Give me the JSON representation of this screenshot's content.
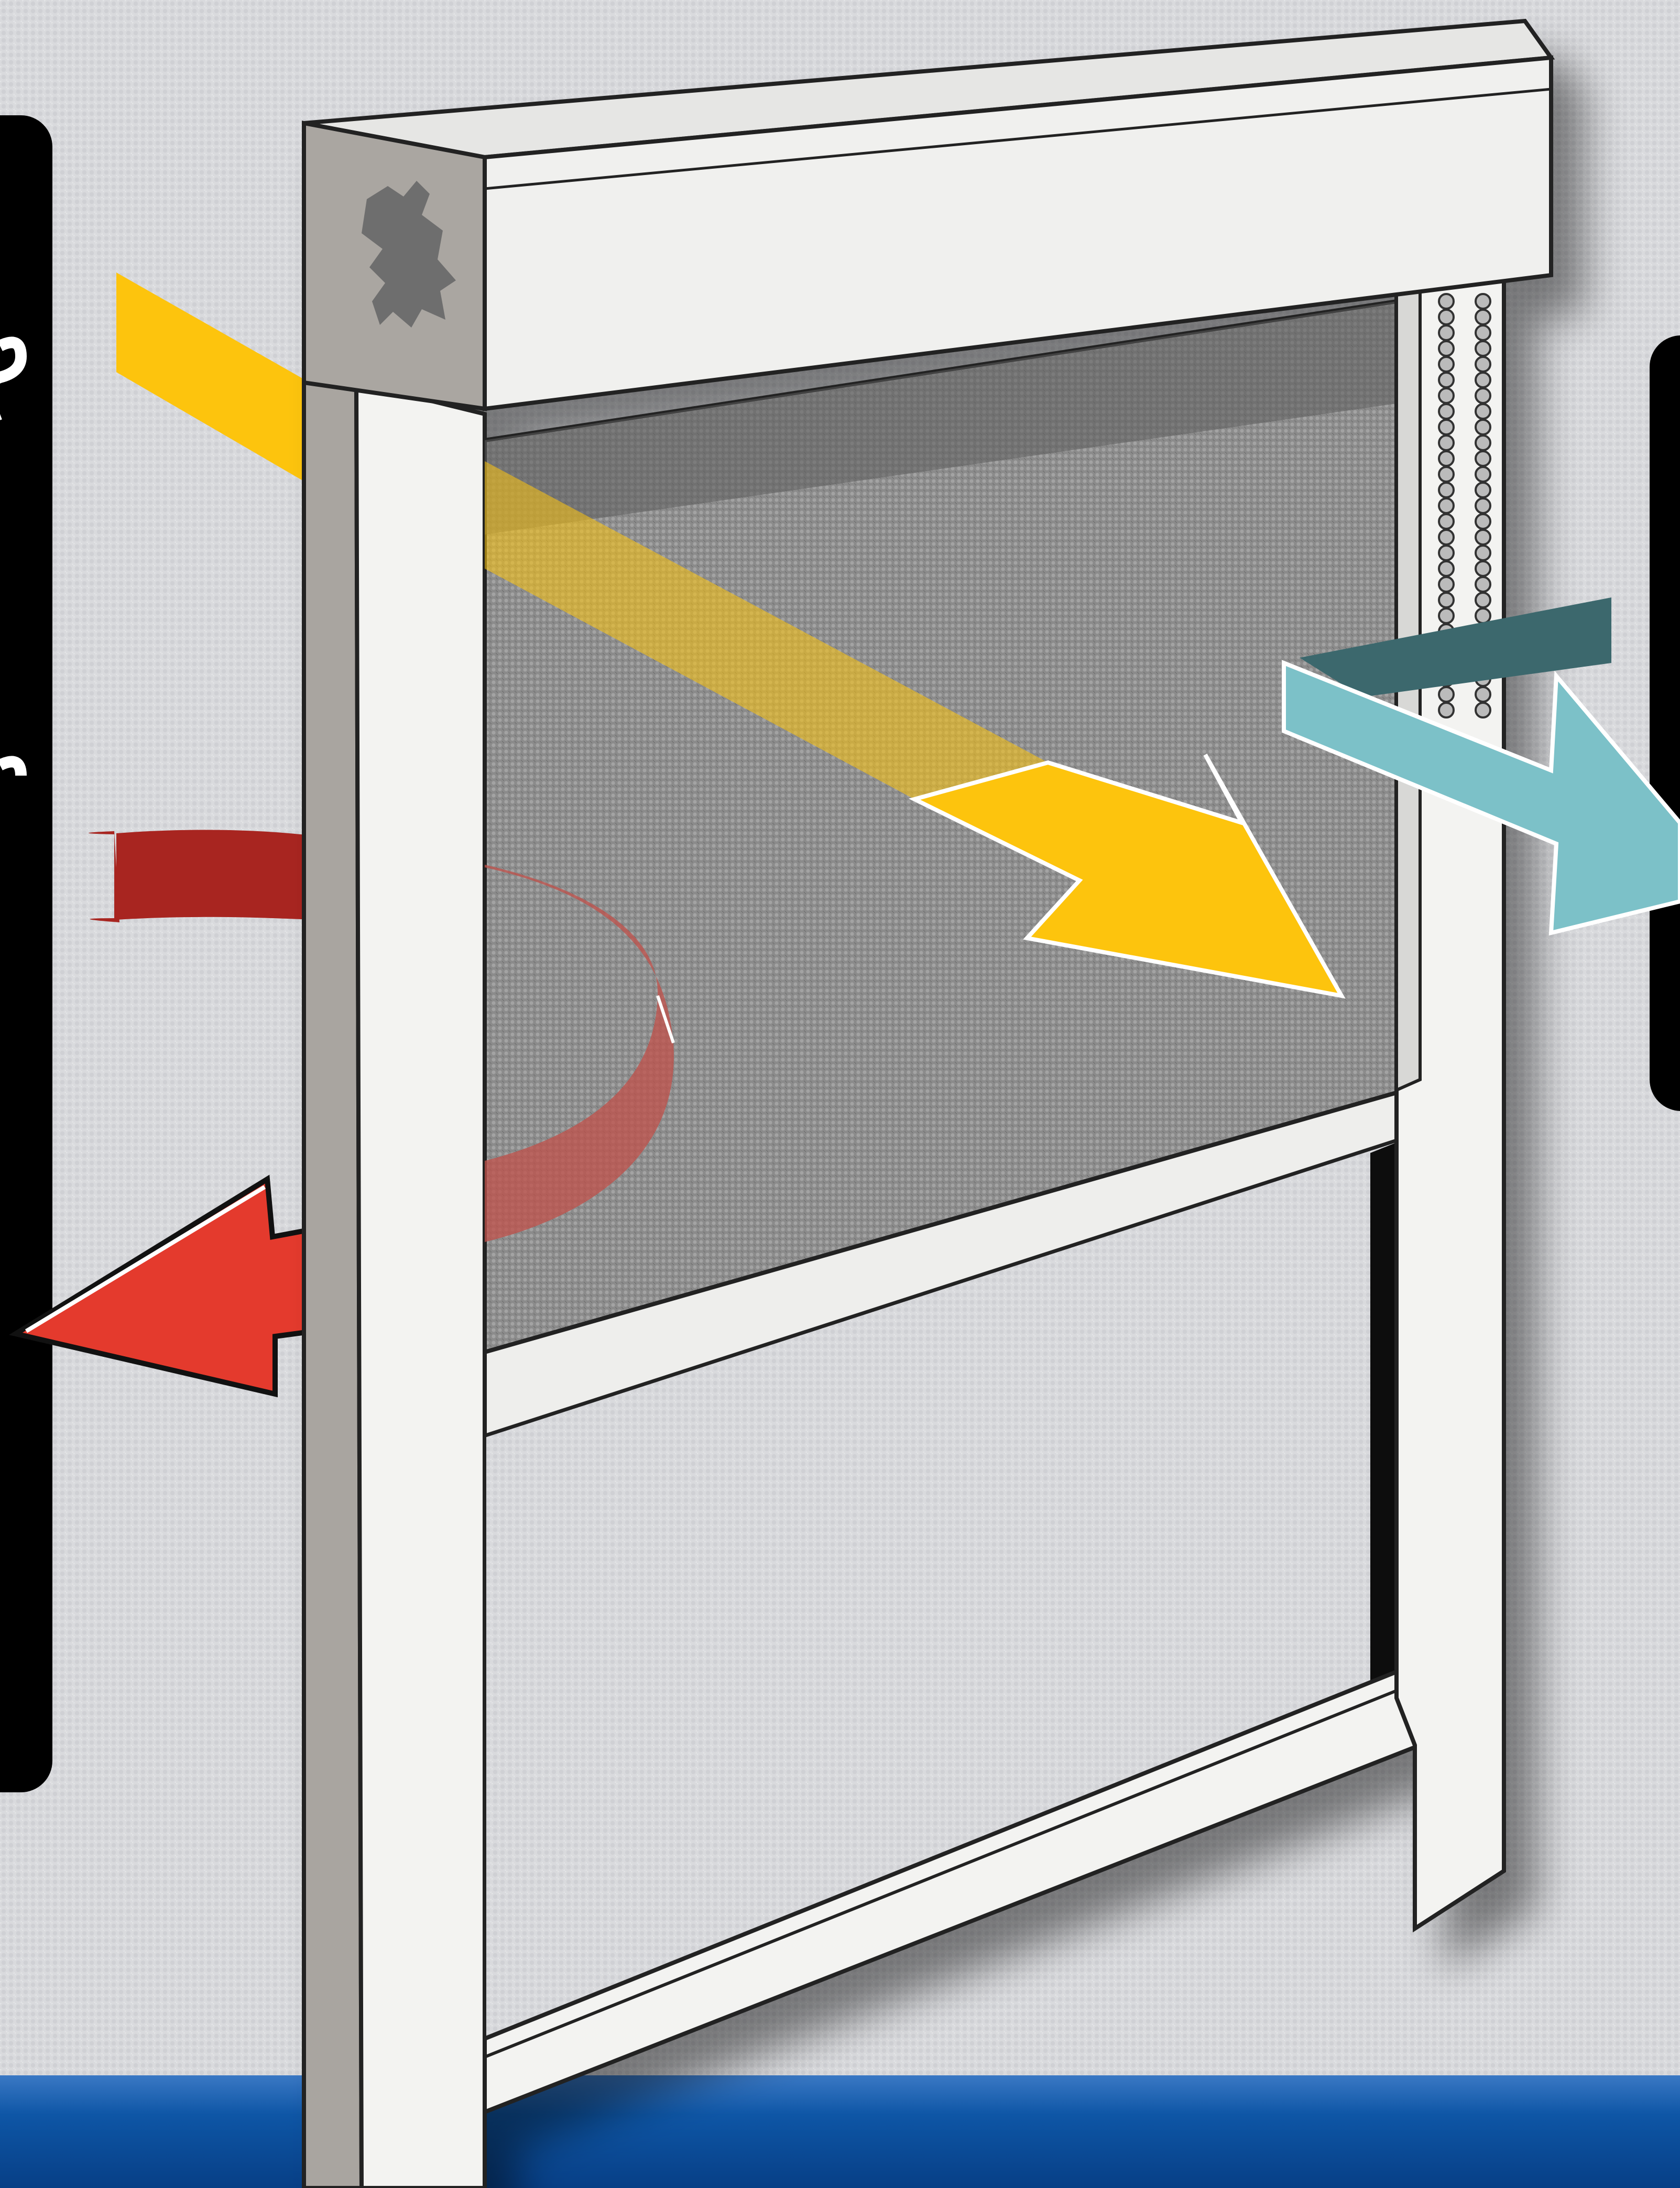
{
  "colors": {
    "background": "#d9dadd",
    "bottom_band": "#0d4f9c",
    "black_panel": "#000000",
    "frame_white": "#f2f2f0",
    "frame_grey_side": "#a6a29d",
    "frame_outline": "#222222",
    "cassette_end_cap": "#aaa6a1",
    "lion_logo": "#6e6e6e",
    "screen_mesh": "#8f8f8f",
    "sun_arrow": "#fdc40d",
    "heat_arrow_dark_red": "#a82520",
    "heat_arrow_red": "#e43a2d",
    "air_arrow_teal": "#7cc1c8",
    "air_arrow_dark_teal": "#3c686d"
  },
  "elements": {
    "cassette": "roller-screen-cassette",
    "end_cap_logo": "lion-icon",
    "guide_rail_chain": "ball-chain",
    "screen": "mesh-screen",
    "bottom_bar": "screen-bottom-bar",
    "window_frame": "window-frame",
    "arrows": [
      "sun-arrow",
      "heat-curve",
      "heat-out-arrow",
      "air-flow-arrow"
    ]
  }
}
